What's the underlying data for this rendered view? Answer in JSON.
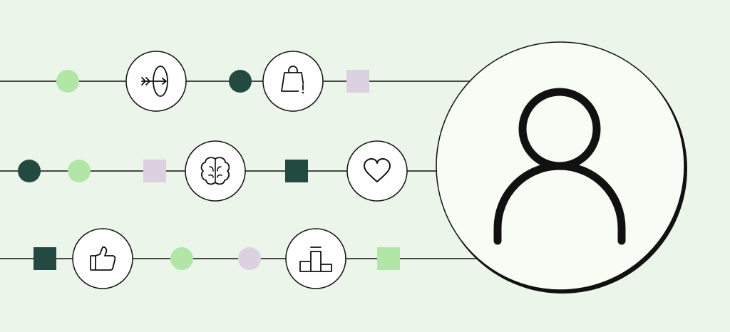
{
  "colors": {
    "background": "#ebf5e9",
    "line": "#111111",
    "dark_green": "#234a40",
    "light_green": "#b2e6a6",
    "lavender": "#dcd1e0",
    "icon_circle_fill": "#ffffff",
    "profile_circle_fill": "#f7fdf4"
  },
  "rows": [
    {
      "name": "row-1",
      "items": [
        {
          "kind": "dot",
          "color": "light_green",
          "name": "light-green-dot"
        },
        {
          "kind": "icon",
          "icon": "target-arrow-icon",
          "name": "target-arrow-icon"
        },
        {
          "kind": "dot",
          "color": "dark_green",
          "name": "dark-green-dot"
        },
        {
          "kind": "icon",
          "icon": "shopping-bag-alert-icon",
          "name": "shopping-bag-alert-icon"
        },
        {
          "kind": "square",
          "color": "lavender",
          "name": "lavender-square"
        }
      ]
    },
    {
      "name": "row-2",
      "items": [
        {
          "kind": "dot",
          "color": "dark_green",
          "name": "dark-green-dot"
        },
        {
          "kind": "dot",
          "color": "light_green",
          "name": "light-green-dot"
        },
        {
          "kind": "square",
          "color": "lavender",
          "name": "lavender-square"
        },
        {
          "kind": "icon",
          "icon": "brain-icon",
          "name": "brain-icon"
        },
        {
          "kind": "square",
          "color": "dark_green",
          "name": "dark-green-square"
        },
        {
          "kind": "icon",
          "icon": "heart-icon",
          "name": "heart-icon"
        }
      ]
    },
    {
      "name": "row-3",
      "items": [
        {
          "kind": "square",
          "color": "dark_green",
          "name": "dark-green-square"
        },
        {
          "kind": "icon",
          "icon": "thumbs-up-icon",
          "name": "thumbs-up-icon"
        },
        {
          "kind": "dot",
          "color": "light_green",
          "name": "light-green-dot"
        },
        {
          "kind": "dot",
          "color": "lavender",
          "name": "lavender-dot"
        },
        {
          "kind": "icon",
          "icon": "podium-icon",
          "name": "podium-icon"
        },
        {
          "kind": "square",
          "color": "light_green",
          "name": "light-green-square"
        }
      ]
    }
  ],
  "profile": {
    "icon": "user-profile-icon"
  }
}
